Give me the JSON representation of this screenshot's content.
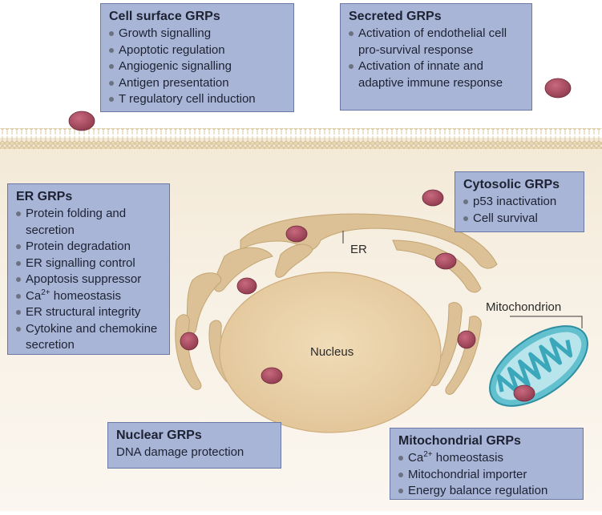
{
  "boxes": {
    "cell_surface": {
      "title": "Cell surface GRPs",
      "items": [
        "Growth signalling",
        "Apoptotic regulation",
        "Angiogenic signalling",
        "Antigen presentation",
        "T regulatory cell induction"
      ]
    },
    "secreted": {
      "title": "Secreted GRPs",
      "items": [
        "Activation of endothelial cell pro-survival response",
        "Activation of innate and adaptive immune response"
      ]
    },
    "cytosolic": {
      "title": "Cytosolic GRPs",
      "items": [
        "p53 inactivation",
        "Cell survival"
      ]
    },
    "er": {
      "title": "ER GRPs",
      "items": [
        "Protein folding and secretion",
        "Protein degradation",
        "ER signalling control",
        "Apoptosis suppressor"
      ],
      "ca_item": {
        "prefix": "Ca",
        "sup": "2+",
        "suffix": " homeostasis"
      },
      "items_after": [
        "ER structural integrity",
        "Cytokine and chemokine secretion"
      ]
    },
    "nuclear": {
      "title": "Nuclear GRPs",
      "text": "DNA damage protection"
    },
    "mitochondrial": {
      "title": "Mitochondrial GRPs",
      "ca_item": {
        "prefix": "Ca",
        "sup": "2+",
        "suffix": " homeostasis"
      },
      "items_after": [
        "Mitochondrial importer",
        "Energy balance regulation"
      ]
    }
  },
  "labels": {
    "er": "ER",
    "nucleus": "Nucleus",
    "mitochondrion": "Mitochondrion"
  },
  "colors": {
    "box_fill": "#a9b5d6",
    "cytoplasm": "#f6efe3",
    "membrane": "#e7d6b4",
    "organelle": "#dcc096",
    "grp_protein": "#a84a5f",
    "mito_outer": "#4fb5c6"
  }
}
